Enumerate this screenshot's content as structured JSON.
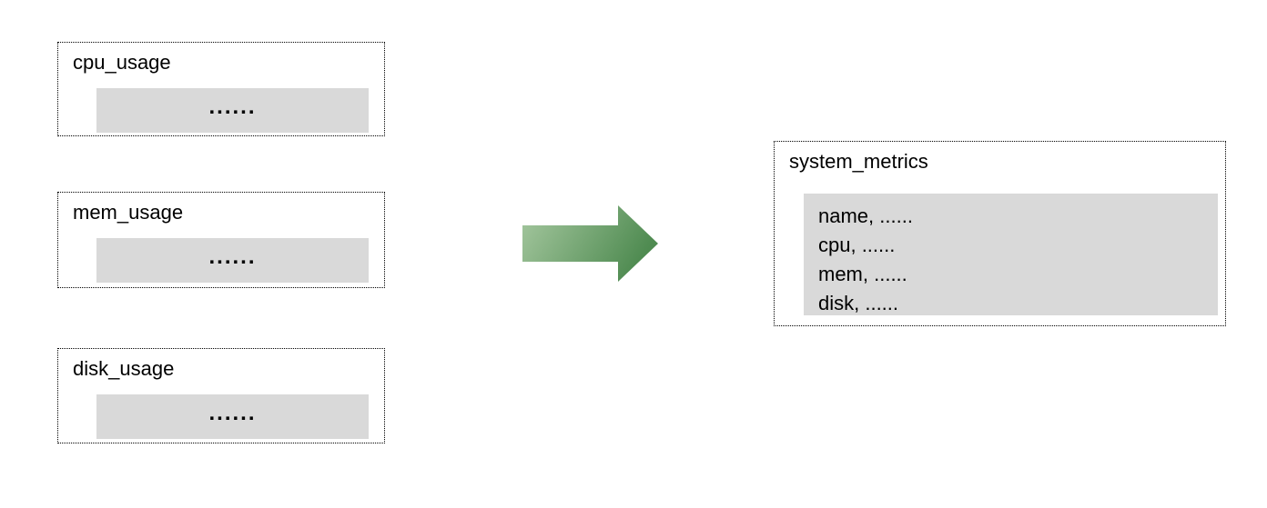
{
  "diagram": {
    "description": "Three source metric tables merged into one system_metrics table",
    "sources": [
      {
        "title": "cpu_usage",
        "placeholder": "......"
      },
      {
        "title": "mem_usage",
        "placeholder": "......"
      },
      {
        "title": "disk_usage",
        "placeholder": "......"
      }
    ],
    "arrow": {
      "direction": "right",
      "gradient_from": "#a6c8a0",
      "gradient_to": "#4f8b51"
    },
    "target": {
      "title": "system_metrics",
      "rows": [
        "name, ......",
        "cpu, ......",
        "mem, ......",
        "disk, ......"
      ]
    },
    "colors": {
      "panel_fill": "#d9d9d9",
      "border": "#000000",
      "background": "#ffffff"
    }
  }
}
